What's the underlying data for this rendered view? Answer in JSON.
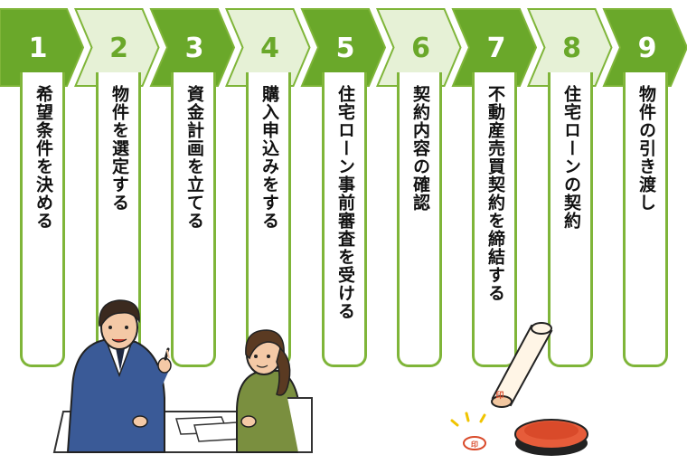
{
  "steps": [
    {
      "number": "1",
      "text": "希望条件を決める"
    },
    {
      "number": "2",
      "text": "物件を選定する"
    },
    {
      "number": "3",
      "text": "資金計画を立てる"
    },
    {
      "number": "4",
      "text": "購入申込みをする"
    },
    {
      "number": "5",
      "text": "住宅ローン事前審査を受ける"
    },
    {
      "number": "6",
      "text": "契約内容の確認"
    },
    {
      "number": "7",
      "text": "不動産売買契約を締結する"
    },
    {
      "number": "8",
      "text": "住宅ローンの契約"
    },
    {
      "number": "9",
      "text": "物件の引き渡し"
    }
  ],
  "stamp_mark": "印",
  "colors": {
    "dark_green": "#6aa82a",
    "light_green": "#e6f1d6",
    "outline_green": "#7fb539",
    "number_light": "#ffffff",
    "number_dark": "#6aa82a",
    "stamp_red": "#d94a2a"
  }
}
